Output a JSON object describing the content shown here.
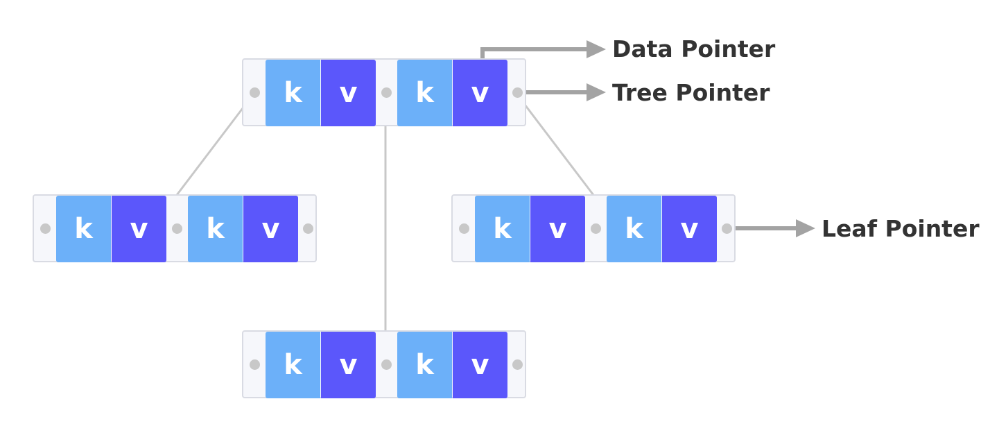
{
  "nodes": [
    {
      "id": "root",
      "entries": [
        {
          "key": "k",
          "value": "v"
        },
        {
          "key": "k",
          "value": "v"
        }
      ]
    },
    {
      "id": "left-child",
      "entries": [
        {
          "key": "k",
          "value": "v"
        },
        {
          "key": "k",
          "value": "v"
        }
      ]
    },
    {
      "id": "middle-child",
      "entries": [
        {
          "key": "k",
          "value": "v"
        },
        {
          "key": "k",
          "value": "v"
        }
      ]
    },
    {
      "id": "right-child",
      "entries": [
        {
          "key": "k",
          "value": "v"
        },
        {
          "key": "k",
          "value": "v"
        }
      ]
    }
  ],
  "edges": [
    {
      "from": "root",
      "pointer": 0,
      "to": "left-child"
    },
    {
      "from": "root",
      "pointer": 1,
      "to": "middle-child"
    },
    {
      "from": "root",
      "pointer": 2,
      "to": "right-child"
    }
  ],
  "labels": {
    "data_pointer": "Data Pointer",
    "tree_pointer": "Tree Pointer",
    "leaf_pointer": "Leaf Pointer"
  },
  "colors": {
    "key_cell": "#6cb0f9",
    "value_cell": "#5b57fb",
    "node_bg": "#f6f7fb",
    "node_border": "#d9dbe3",
    "connector": "#c8c8c8",
    "arrow": "#a3a3a3",
    "label_text": "#333333"
  }
}
